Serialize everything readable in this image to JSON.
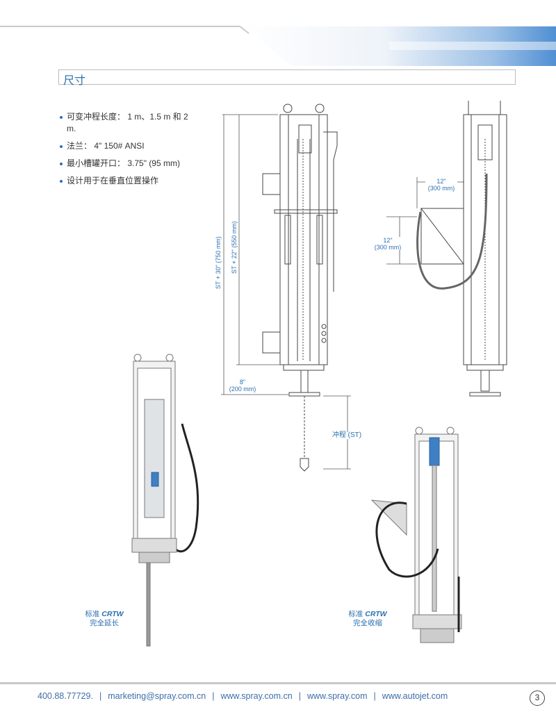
{
  "section_title": "尺寸",
  "bullets": [
    "可变冲程长度： 1 m、1.5 m 和 2 m.",
    "法兰： 4\" 150# ANSI",
    "最小槽罐开口： 3.75\" (95 mm)",
    "设计用于在垂直位置操作"
  ],
  "dimensions": {
    "st30": "ST + 30\" (750 mm)",
    "st22": "ST + 22\" (550 mm)",
    "d8_in": "8\"",
    "d8_mm": "(200 mm)",
    "h12_in": "12\"",
    "h12_mm": "(300 mm)",
    "v12_in": "12\"",
    "v12_mm": "(300 mm)",
    "stroke": "冲程 (ST)"
  },
  "captions": {
    "extended_prefix": "标准",
    "extended_model": "CRTW",
    "extended_state": "完全延长",
    "retracted_prefix": "标准",
    "retracted_model": "CRTW",
    "retracted_state": "完全收缩"
  },
  "footer": {
    "phone": "400.88.77729.",
    "email": "marketing@spray.com.cn",
    "site_cn": "www.spray.com.cn",
    "site": "www.spray.com",
    "site_autojet": "www.autojet.com",
    "page": "3"
  },
  "colors": {
    "accent": "#2a6fb0",
    "text": "#333333"
  }
}
